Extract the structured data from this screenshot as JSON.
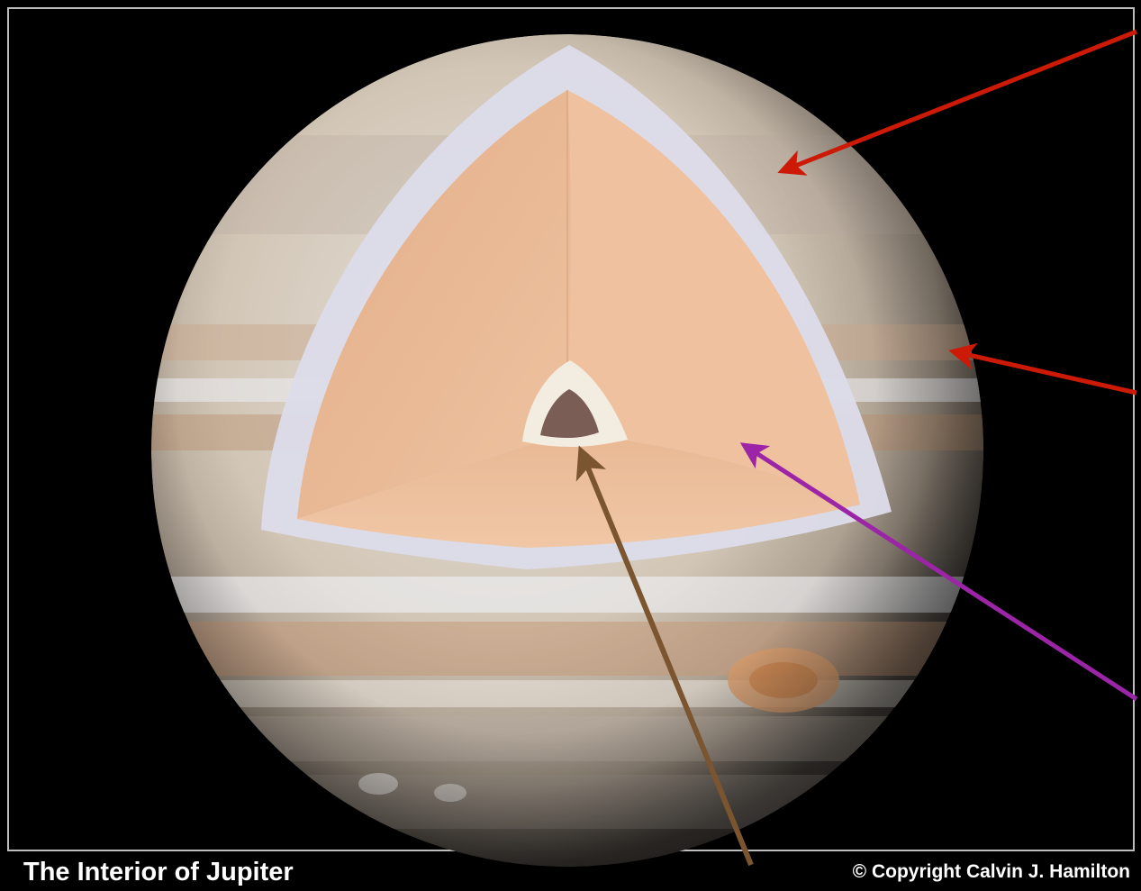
{
  "figure": {
    "title": "The Interior of Jupiter",
    "copyright": "© Copyright Calvin J. Hamilton"
  },
  "colors": {
    "background": "#000000",
    "frame_border": "#bdbdbd",
    "outer_shell": "#dcdcea",
    "mantle": "#e8b48e",
    "core_ring": "#f3ece0",
    "core": "#7a5e55",
    "arrow_red": "#cc1a06",
    "arrow_purple": "#9b25a6",
    "arrow_brown": "#7a5530"
  },
  "pointers": [
    {
      "name": "red-arrow-outer-shell",
      "color": "arrow_red",
      "label": ""
    },
    {
      "name": "red-arrow-atmosphere",
      "color": "arrow_red",
      "label": ""
    },
    {
      "name": "purple-arrow-mantle",
      "color": "arrow_purple",
      "label": ""
    },
    {
      "name": "brown-arrow-core",
      "color": "arrow_brown",
      "label": ""
    }
  ]
}
